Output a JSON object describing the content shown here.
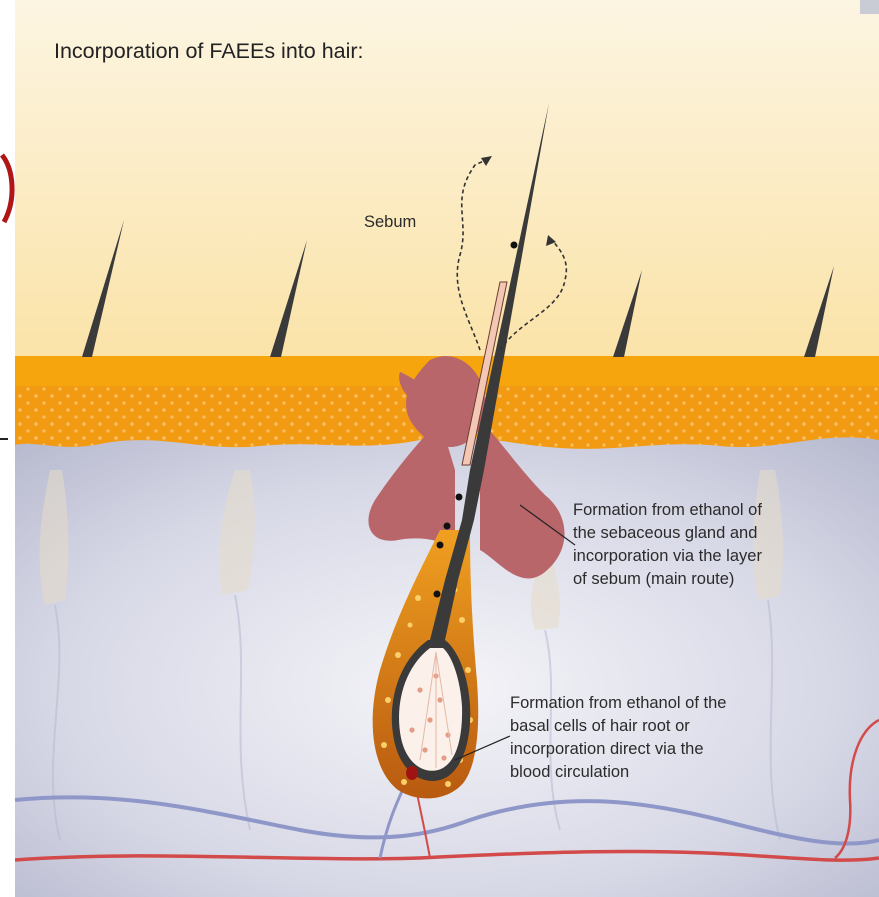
{
  "diagram": {
    "title": "Incorporation of FAEEs into hair:",
    "labels": {
      "sebum": "Sebum",
      "sebaceous_route": [
        "Formation from ethanol of",
        "the sebaceous gland and",
        "incorporation via the layer",
        "of sebum (main route)"
      ],
      "root_route": [
        "Formation from ethanol of the",
        "basal cells of hair root or",
        "incorporation direct via the",
        "blood circulation"
      ]
    },
    "colors": {
      "sky": "#fdefc9",
      "epidermis": "#f29a12",
      "dermis": "#c9cadb",
      "hair": "#3a3a3a",
      "sebaceous_gland": "#b9666b",
      "follicle_bulb": "#d0701a",
      "artery": "#d24a4a",
      "vein": "#8f97c8",
      "edge_mark": "#b11616"
    }
  }
}
